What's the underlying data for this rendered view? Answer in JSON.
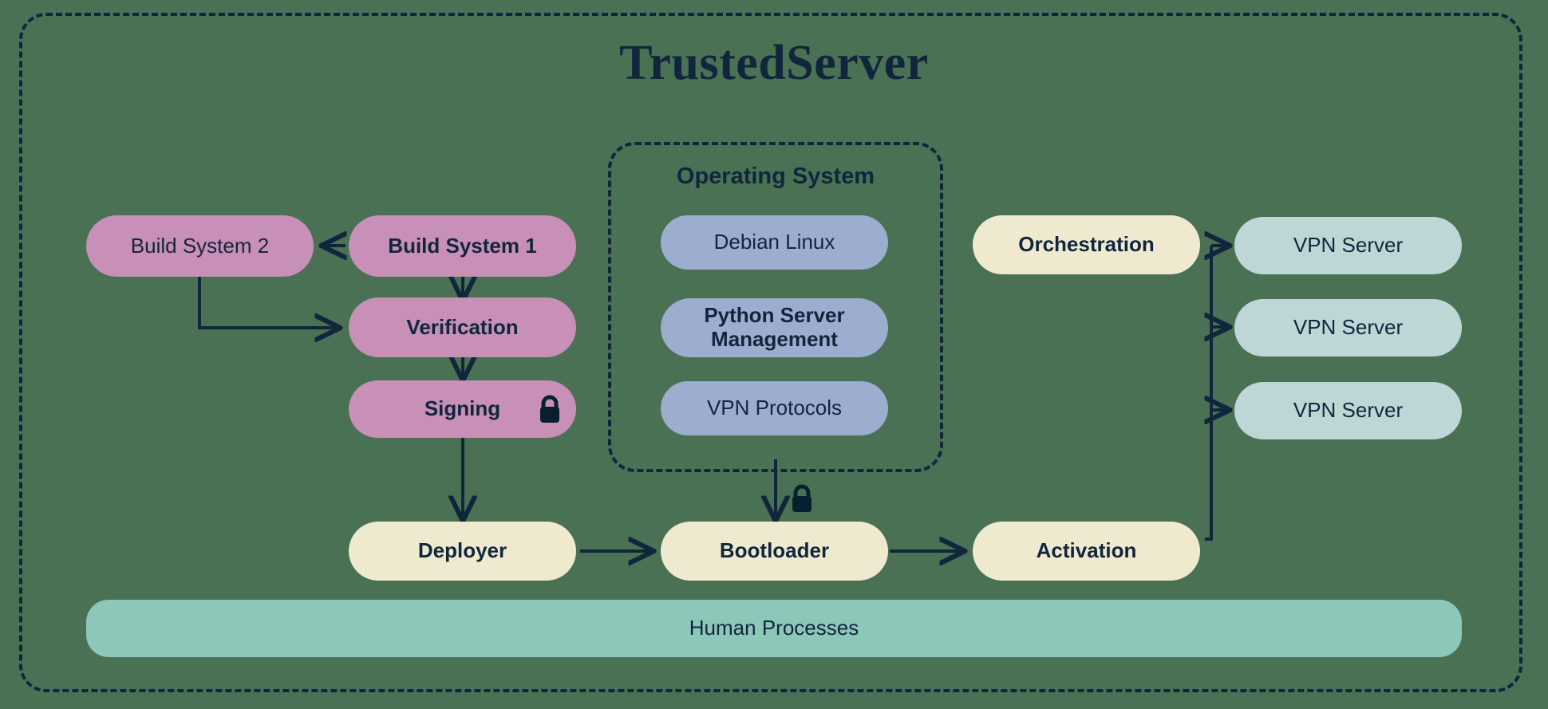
{
  "diagram": {
    "title": "TrustedServer",
    "background_color": "#4a7154",
    "border_color": "#11263c",
    "text_color": "#11263c"
  },
  "palette": {
    "pink": "#c88fb7",
    "blue": "#9cadcf",
    "cream": "#efeacf",
    "teal": "#bfd6d7",
    "mint": "#8cc7b9"
  },
  "build_pipeline": {
    "build_system_2": "Build System 2",
    "build_system_1": "Build System 1",
    "verification": "Verification",
    "signing": "Signing"
  },
  "os_group": {
    "title": "Operating System",
    "components": [
      {
        "label": "Debian Linux"
      },
      {
        "label": "Python Server\nManagement"
      },
      {
        "label": "VPN Protocols"
      }
    ]
  },
  "deploy_chain": {
    "deployer": "Deployer",
    "bootloader": "Bootloader",
    "activation": "Activation"
  },
  "orchestration": {
    "label": "Orchestration",
    "servers": [
      {
        "label": "VPN Server"
      },
      {
        "label": "VPN Server"
      },
      {
        "label": "VPN Server"
      }
    ]
  },
  "footer": {
    "human_processes": "Human Processes"
  },
  "icons": {
    "lock_signing": "lock-icon",
    "lock_bootloader": "lock-icon"
  }
}
